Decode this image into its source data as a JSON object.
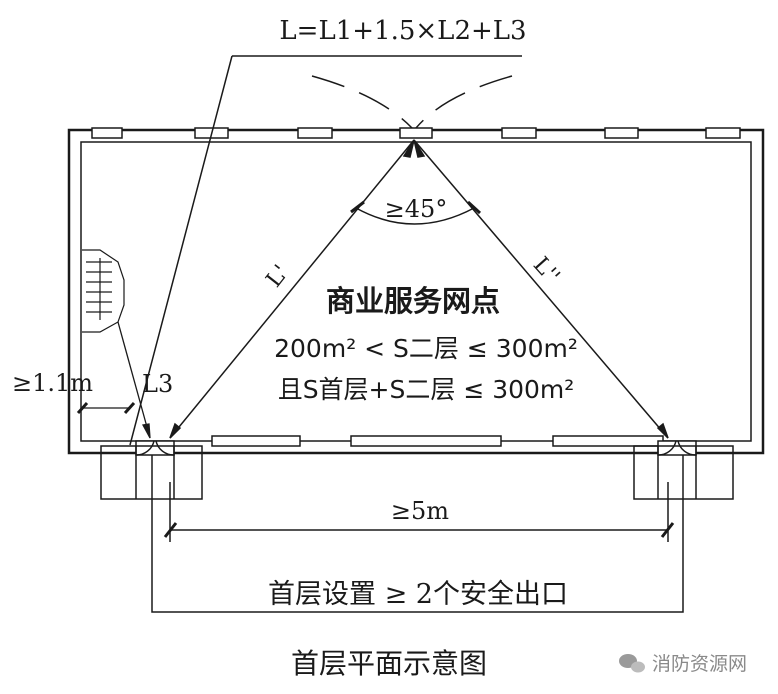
{
  "formula": "L=L1+1.5×L2+L3",
  "angle_label": "≥45°",
  "l_prime_label": "L'",
  "l_double_prime_label": "L''",
  "room_title": "商业服务网点",
  "condition_line1": "200m² < S二层 ≤ 300m²",
  "condition_line2": "且S首层+S二层 ≤ 300m²",
  "stair_distance_label": "≥1.1m",
  "l3_label": "L3",
  "exit_spacing_label": "≥5m",
  "exits_label": "首层设置 ≥ 2个安全出口",
  "figure_caption": "首层平面示意图",
  "watermark": "消防资源网",
  "colors": {
    "line": "#1a1a1a",
    "background": "#ffffff"
  }
}
